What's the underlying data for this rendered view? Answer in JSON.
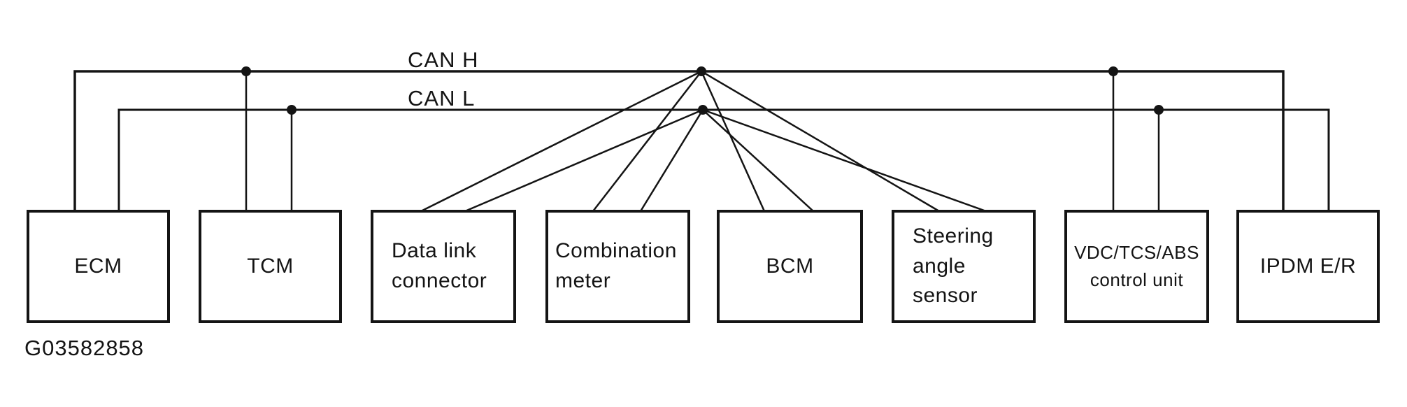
{
  "diagram": {
    "bus_labels": {
      "can_h": "CAN H",
      "can_l": "CAN L"
    },
    "figure_id": "G03582858",
    "colors": {
      "line": "#141414",
      "background": "#ffffff"
    },
    "nodes": [
      {
        "id": "ecm",
        "label": "ECM"
      },
      {
        "id": "tcm",
        "label": "TCM"
      },
      {
        "id": "data-link-connector",
        "label": "Data link\nconnector"
      },
      {
        "id": "combination-meter",
        "label": "Combination\nmeter"
      },
      {
        "id": "bcm",
        "label": "BCM"
      },
      {
        "id": "steering-angle-sensor",
        "label": "Steering\nangle\nsensor"
      },
      {
        "id": "vdc-tcs-abs-control-unit",
        "label": "VDC/TCS/ABS\ncontrol unit"
      },
      {
        "id": "ipdm-er",
        "label": "IPDM E/R"
      }
    ]
  }
}
